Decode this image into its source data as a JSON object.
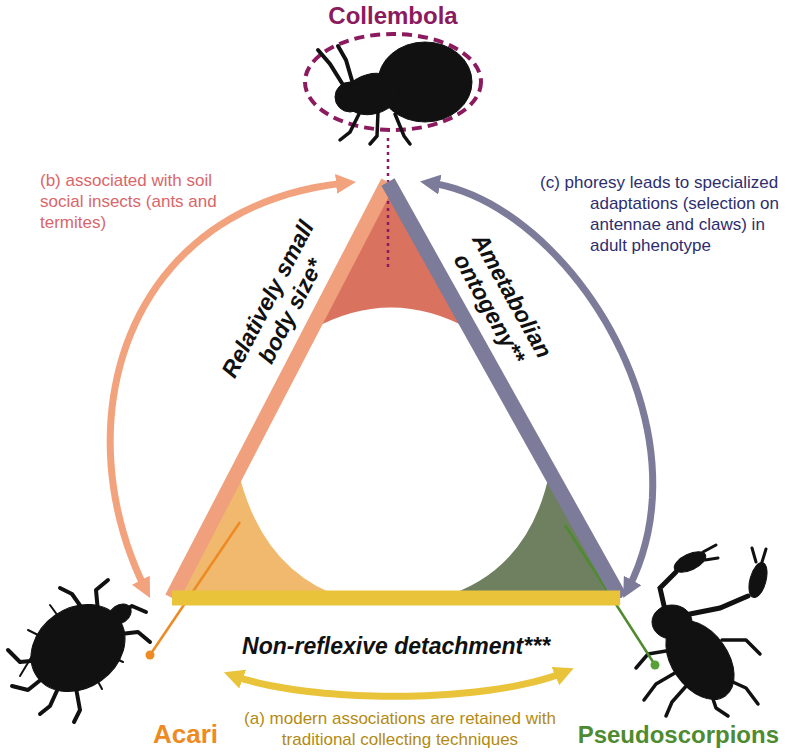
{
  "diagram": {
    "nodes": [
      {
        "text": [
          "Collembola"
        ]
      },
      {
        "text": [
          "Acari"
        ]
      },
      {
        "text": [
          "Pseudoscorpions"
        ]
      }
    ],
    "edges": [
      {
        "from": 0,
        "to": 1,
        "arrow": "none",
        "label": "Relatively small body size*"
      },
      {
        "from": 0,
        "to": 2,
        "arrow": "none",
        "label": "Ametabolian ontogeny**"
      },
      {
        "from": 1,
        "to": 2,
        "arrow": "none",
        "label": "Non-reflexive detachment***"
      },
      {
        "from": 1,
        "to": 0,
        "arrow": "both",
        "label": "(b) associated with soil social insects (ants and termites)"
      },
      {
        "from": 0,
        "to": 2,
        "arrow": "both",
        "label": "(c) phoresy leads to specialized adaptations (selection on antennae and claws) in adult phenotype"
      },
      {
        "from": 1,
        "to": 2,
        "arrow": "both",
        "label": "(a) modern associations are retained with traditional collecting techniques"
      }
    ]
  }
}
